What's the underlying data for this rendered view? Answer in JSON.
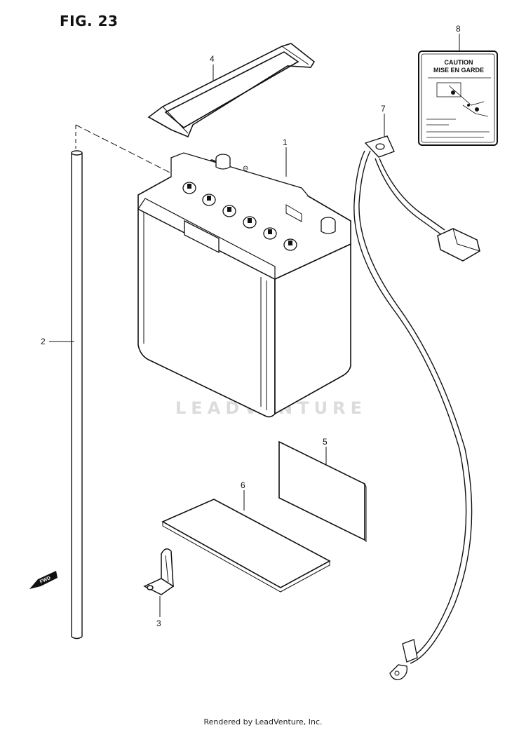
{
  "figure": {
    "title": "FIG. 23"
  },
  "callouts": {
    "c1": "1",
    "c2": "2",
    "c3": "3",
    "c4": "4",
    "c5": "5",
    "c6": "6",
    "c7": "7",
    "c8": "8"
  },
  "caution_label": {
    "line1": "CAUTION",
    "line2": "MISE EN GARDE"
  },
  "direction": {
    "fwd": "FWD"
  },
  "watermark": "LEADVENTURE",
  "footer": "Rendered by LeadVenture, Inc."
}
